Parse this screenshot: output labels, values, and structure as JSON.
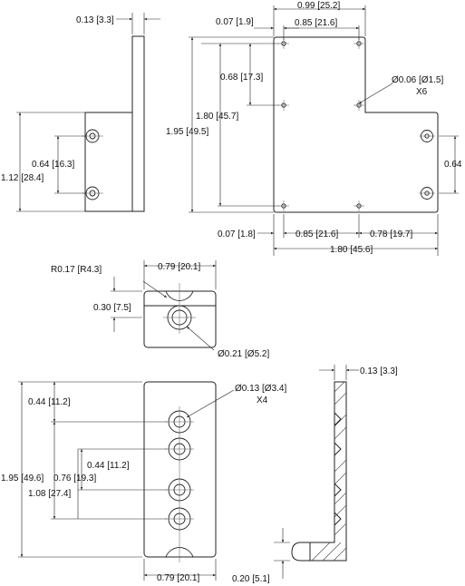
{
  "views": {
    "side_view": {
      "dims": {
        "thickness": "0.13 [3.3]",
        "hole_spacing": "0.64 [16.3]",
        "height": "1.12 [28.4]"
      }
    },
    "front_view": {
      "dims": {
        "top_offset": "0.07 [1.9]",
        "top_width": "0.99 [25.2]",
        "top_hole_spacing": "0.85 [21.6]",
        "vertical_hole_spacing": "0.68 [17.3]",
        "hole_callout": "Ø0.06 [Ø1.5]",
        "hole_count": "X6",
        "inner_height": "1.80 [45.7]",
        "overall_height": "1.95 [49.5]",
        "right_tab": "0.64",
        "bottom_left_offset": "0.07 [1.8]",
        "bottom_hole_spacing": "0.85 [21.6]",
        "bottom_right": "0.78 [19.7]",
        "overall_width": "1.80 [45.6]"
      }
    },
    "top_view": {
      "dims": {
        "radius": "R0.17 [R4.3]",
        "width": "0.79 [20.1]",
        "depth": "0.30 [7.5]",
        "hole_diameter": "Ø0.21 [Ø5.2]"
      }
    },
    "bottom_front_view": {
      "dims": {
        "hole_callout": "Ø0.13 [Ø3.4]",
        "hole_count": "X4",
        "top_offset": "0.44 [11.2]",
        "middle_offset": "0.44 [11.2]",
        "inner_spacing": "0.76 [19.3]",
        "outer_spacing": "1.08 [27.4]",
        "overall_height": "1.95 [49.6]",
        "width": "0.79 [20.1]"
      }
    },
    "section_view": {
      "dims": {
        "thickness": "0.13 [3.3]",
        "foot": "0.20 [5.1]"
      }
    }
  }
}
